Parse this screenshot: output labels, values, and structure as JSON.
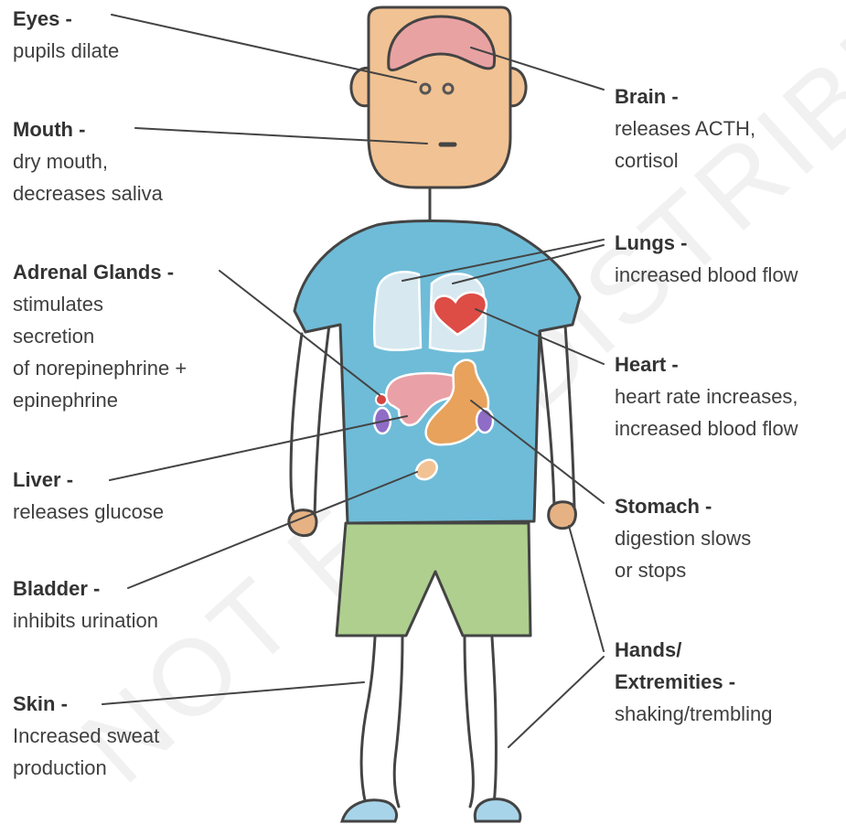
{
  "watermark": "NOT FOR DISTRIBUTION",
  "colors": {
    "skin": "#f1c293",
    "brain": "#e9a2a2",
    "shirt": "#6fbcd8",
    "shorts": "#aecf8e",
    "lungs": "#d7e8f0",
    "heart": "#dd4c45",
    "liver": "#e9a0a6",
    "stomach": "#e8a25c",
    "kidney": "#8f6cc6",
    "adrenal": "#d5443f",
    "feet": "#a8d4e9",
    "outline": "#444444"
  },
  "labels": {
    "eyes": {
      "title": "Eyes -",
      "desc": "pupils dilate"
    },
    "mouth": {
      "title": "Mouth -",
      "desc": "dry mouth,\ndecreases saliva"
    },
    "adrenal": {
      "title": "Adrenal Glands -",
      "desc": "stimulates\nsecretion\nof norepinephrine +\nepinephrine"
    },
    "liver": {
      "title": "Liver -",
      "desc": "releases glucose"
    },
    "bladder": {
      "title": "Bladder -",
      "desc": "inhibits urination"
    },
    "skin": {
      "title": "Skin -",
      "desc": "Increased sweat\nproduction"
    },
    "brain": {
      "title": "Brain -",
      "desc": "releases ACTH,\ncortisol"
    },
    "lungs": {
      "title": "Lungs -",
      "desc": "increased blood flow"
    },
    "heart": {
      "title": "Heart -",
      "desc": "heart rate increases,\nincreased blood flow"
    },
    "stomach": {
      "title": "Stomach -",
      "desc": "digestion slows\nor stops"
    },
    "hands": {
      "title": "Hands/\nExtremities -",
      "desc": "shaking/trembling"
    }
  }
}
